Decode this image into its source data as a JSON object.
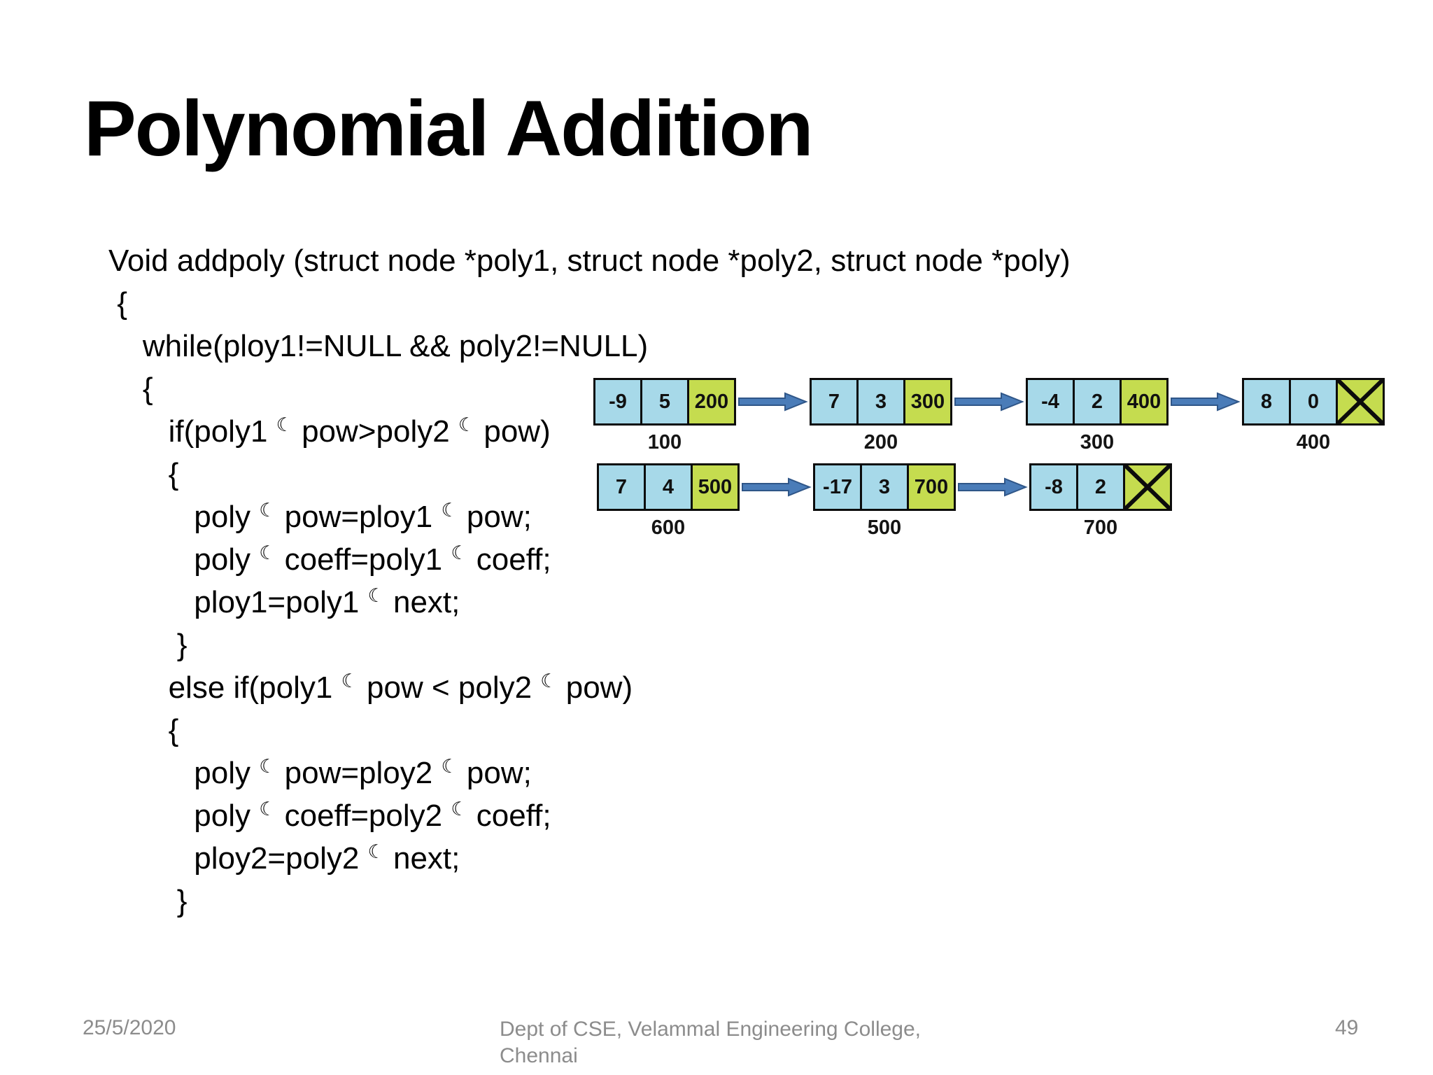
{
  "slide": {
    "title": "Polynomial Addition"
  },
  "code": {
    "lines": [
      "Void addpoly (struct node *poly1, struct node *poly2, struct node *poly)",
      " {",
      "    while(ploy1!=NULL && poly2!=NULL)",
      "    {",
      "       if(poly1 ☾ pow>poly2 ☾ pow)",
      "       {",
      "          poly ☾ pow=ploy1 ☾ pow;",
      "          poly ☾ coeff=poly1 ☾ coeff;",
      "          ploy1=poly1 ☾ next;",
      "        }",
      "       else if(poly1 ☾ pow < poly2 ☾ pow)",
      "       {",
      "          poly ☾ pow=ploy2 ☾ pow;",
      "          poly ☾ coeff=poly2 ☾ coeff;",
      "          ploy2=poly2 ☾ next;",
      "        }"
    ],
    "pointer_icon": "☾"
  },
  "diagram": {
    "rows": [
      {
        "name": "poly1-list",
        "nodes": [
          {
            "coeff": "-9",
            "pow": "5",
            "next": "200",
            "address": "100",
            "null_pointer": false
          },
          {
            "coeff": "7",
            "pow": "3",
            "next": "300",
            "address": "200",
            "null_pointer": false
          },
          {
            "coeff": "-4",
            "pow": "2",
            "next": "400",
            "address": "300",
            "null_pointer": false
          },
          {
            "coeff": "8",
            "pow": "0",
            "next": "",
            "address": "400",
            "null_pointer": true
          }
        ]
      },
      {
        "name": "poly2-list",
        "nodes": [
          {
            "coeff": "7",
            "pow": "4",
            "next": "500",
            "address": "600",
            "null_pointer": false
          },
          {
            "coeff": "-17",
            "pow": "3",
            "next": "700",
            "address": "500",
            "null_pointer": false
          },
          {
            "coeff": "-8",
            "pow": "2",
            "next": "",
            "address": "700",
            "null_pointer": true
          }
        ]
      }
    ]
  },
  "footer": {
    "date": "25/5/2020",
    "center_lines": [
      "Dept of CSE, Velammal Engineering College,",
      "Chennai"
    ],
    "page_number": "49"
  },
  "colors": {
    "cell_blue": "#a7d9e9",
    "cell_green": "#c5dc4f",
    "arrow_blue": "#4a7cb8",
    "arrow_border": "#2f5688",
    "line_black": "#0c0c0c",
    "footer_gray": "#8c8c8c"
  }
}
